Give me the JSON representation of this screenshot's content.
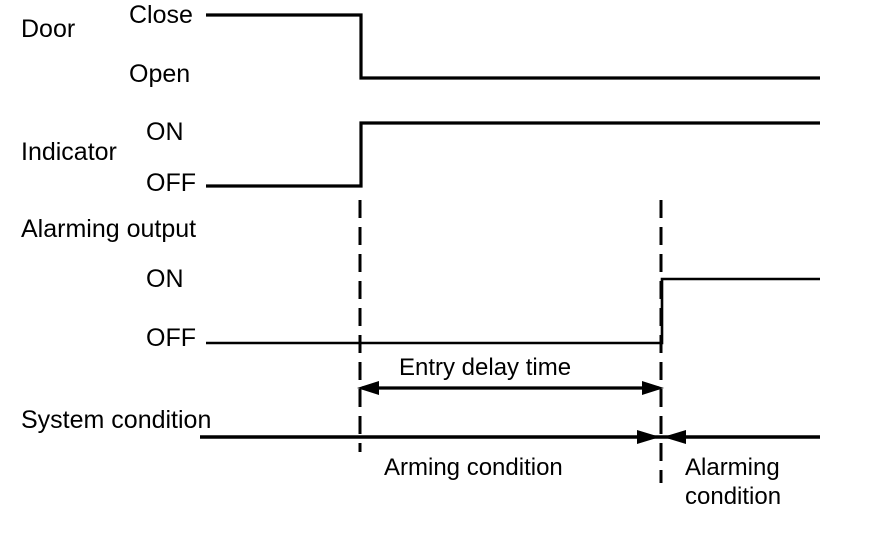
{
  "diagram": {
    "title": "Door / Indicator / Alarming output timing diagram",
    "stroke_color": "#000000",
    "background_color": "#ffffff",
    "signals": [
      {
        "name": "Door",
        "label": "Door",
        "states": {
          "high": "Close",
          "low": "Open"
        },
        "transition": "Close to Open at arming edge"
      },
      {
        "name": "Indicator",
        "label": "Indicator",
        "states": {
          "high": "ON",
          "low": "OFF"
        },
        "transition": "OFF to ON at arming edge"
      },
      {
        "name": "Alarming output",
        "label": "Alarming output",
        "states": {
          "high": "ON",
          "low": "OFF"
        },
        "transition": "OFF to ON at alarming edge"
      },
      {
        "name": "System condition",
        "label": "System condition",
        "states": {
          "high": "",
          "low": ""
        },
        "transition": "Arming condition then Alarming condition"
      }
    ],
    "annotations": {
      "entry_delay": "Entry delay time",
      "arming_condition": "Arming condition",
      "alarming_condition": "Alarming condition"
    }
  },
  "labels": {
    "door": "Door",
    "door_close": "Close",
    "door_open": "Open",
    "indicator": "Indicator",
    "indicator_on": "ON",
    "indicator_off": "OFF",
    "alarming_output": "Alarming output",
    "alarm_on": "ON",
    "alarm_off": "OFF",
    "system_condition": "System condition",
    "entry_delay_time": "Entry delay time",
    "arming_condition": "Arming condition",
    "alarming_condition_line1": "Alarming",
    "alarming_condition_line2": "condition"
  }
}
